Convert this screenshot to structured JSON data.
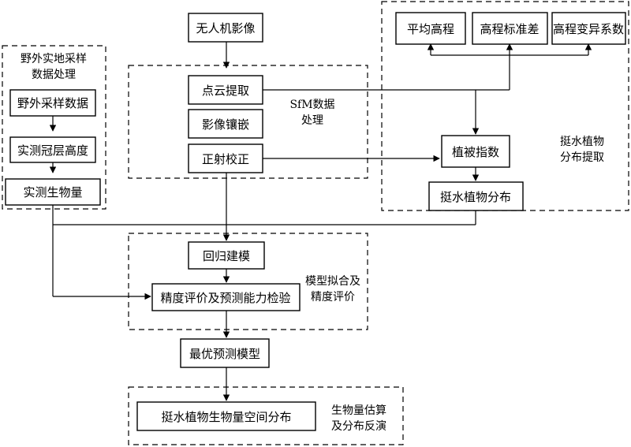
{
  "nodes": {
    "uav_image": "无人机影像",
    "point_cloud": "点云提取",
    "mosaic": "影像镶嵌",
    "ortho": "正射校正",
    "field_data": "野外采样数据",
    "canopy_height": "实测冠层高度",
    "biomass": "实测生物量",
    "mean_elev": "平均高程",
    "elev_std": "高程标准差",
    "elev_cv": "高程变异系数",
    "veg_index": "植被指数",
    "plant_dist": "挺水植物分布",
    "regression": "回归建模",
    "accuracy": "精度评价及预测能力检验",
    "best_model": "最优预测模型",
    "spatial_dist": "挺水植物生物量空间分布"
  },
  "groups": {
    "field": [
      "野外实地采样",
      "数据处理"
    ],
    "sfm": [
      "SfM数据",
      "处理"
    ],
    "extract": [
      "挺水植物",
      "分布提取"
    ],
    "model": [
      "模型拟合及",
      "精度评价"
    ],
    "estimate": [
      "生物量估算",
      "及分布反演"
    ]
  }
}
